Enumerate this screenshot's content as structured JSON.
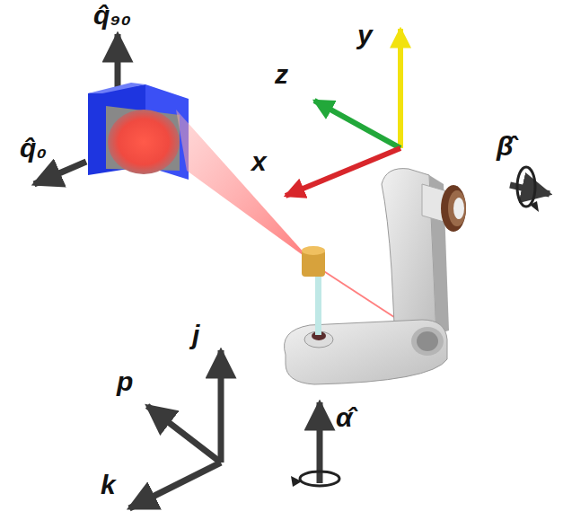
{
  "diagram": {
    "labels": [
      "q̂₉₀",
      "q̂₀",
      "y",
      "z",
      "x",
      "β̂",
      "j",
      "p",
      "k",
      "α̂"
    ]
  }
}
